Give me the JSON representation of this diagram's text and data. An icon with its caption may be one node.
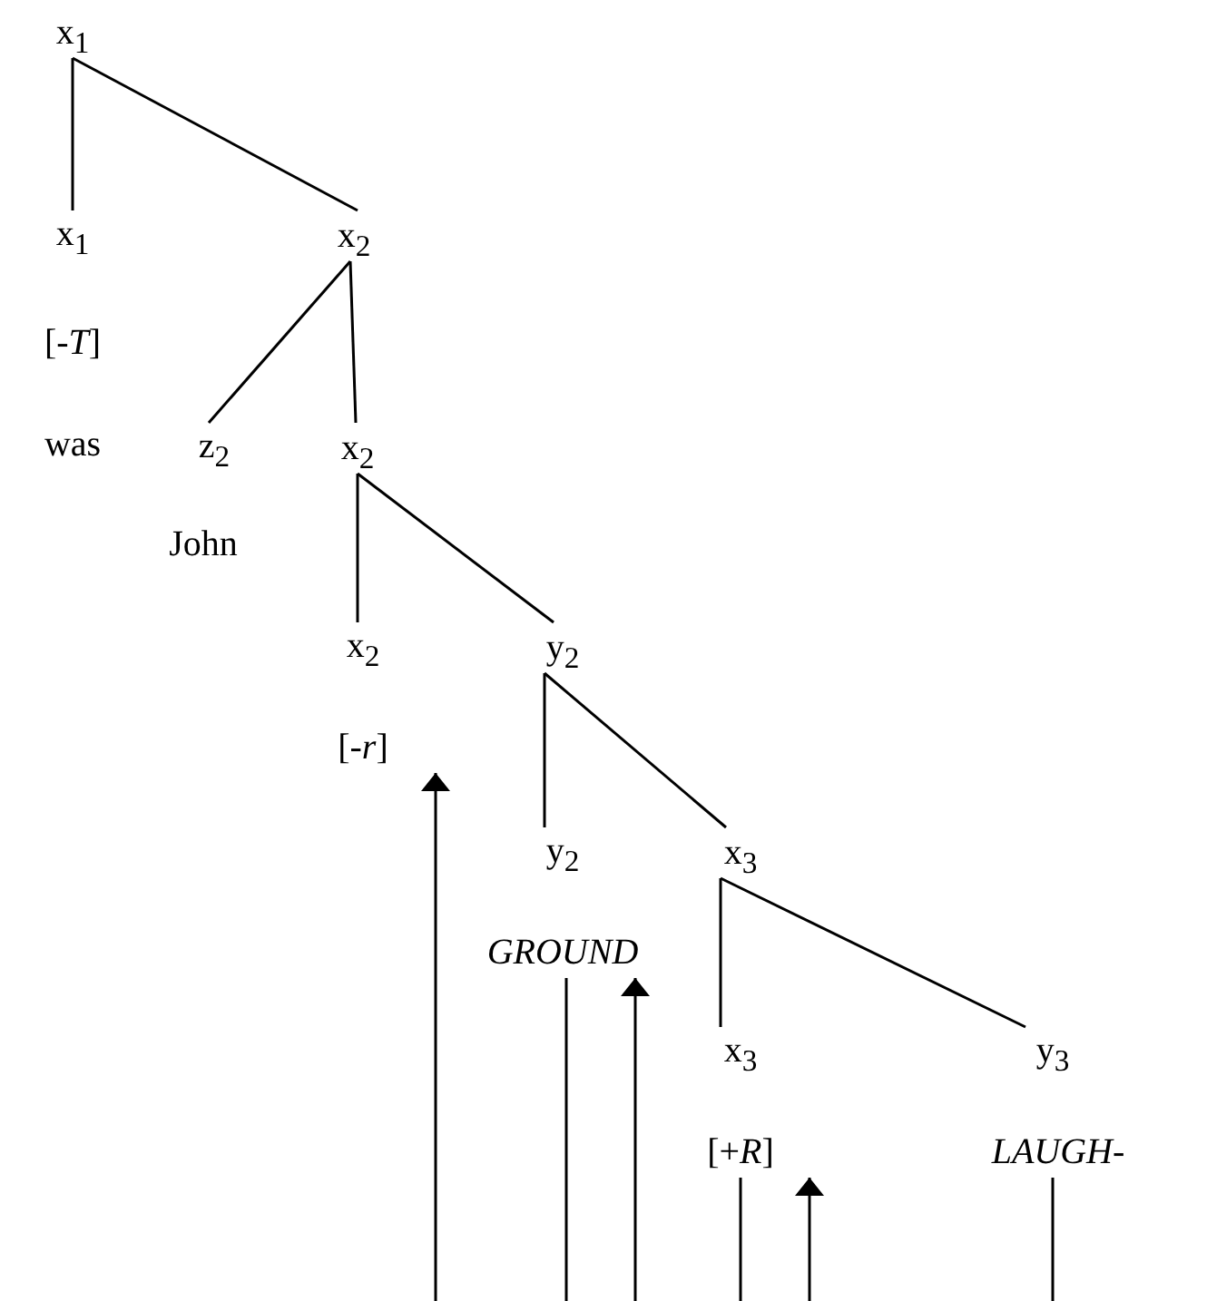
{
  "diagram": {
    "nodes": [
      {
        "text": [
          "x$_{1}$"
        ]
      },
      {
        "text": [
          "x$_{1}$",
          "[-*T*]",
          "was"
        ]
      },
      {
        "text": [
          "x$_{2}$"
        ]
      },
      {
        "text": [
          "z$_{2}$",
          "John"
        ]
      },
      {
        "text": [
          "x$_{2}$"
        ]
      },
      {
        "text": [
          "x$_{2}$",
          "[-*r*]"
        ]
      },
      {
        "text": [
          "y$_{2}$"
        ]
      },
      {
        "text": [
          "y$_{2}$",
          "GROUND"
        ]
      },
      {
        "text": [
          "x$_{3}$"
        ]
      },
      {
        "text": [
          "x$_{3}$",
          "[+*R*]"
        ]
      },
      {
        "text": [
          "y$_{3}$",
          "LAUGH-"
        ]
      }
    ],
    "edges": [
      {
        "from": 0,
        "to": 1,
        "arrow": "none"
      },
      {
        "from": 0,
        "to": 2,
        "arrow": "none"
      },
      {
        "from": 2,
        "to": 3,
        "arrow": "none"
      },
      {
        "from": 2,
        "to": 4,
        "arrow": "none"
      },
      {
        "from": 4,
        "to": 5,
        "arrow": "none"
      },
      {
        "from": 4,
        "to": 6,
        "arrow": "none"
      },
      {
        "from": 6,
        "to": 7,
        "arrow": "none"
      },
      {
        "from": 6,
        "to": 8,
        "arrow": "none"
      },
      {
        "from": 8,
        "to": 9,
        "arrow": "none"
      },
      {
        "from": 8,
        "to": 10,
        "arrow": "none"
      },
      {
        "from": null,
        "to": 5,
        "arrow": "to"
      },
      {
        "from": 7,
        "to": null,
        "arrow": "none"
      },
      {
        "from": null,
        "to": 7,
        "arrow": "to"
      },
      {
        "from": 9,
        "to": null,
        "arrow": "none"
      },
      {
        "from": null,
        "to": 9,
        "arrow": "to"
      },
      {
        "from": 10,
        "to": null,
        "arrow": "none"
      }
    ]
  }
}
